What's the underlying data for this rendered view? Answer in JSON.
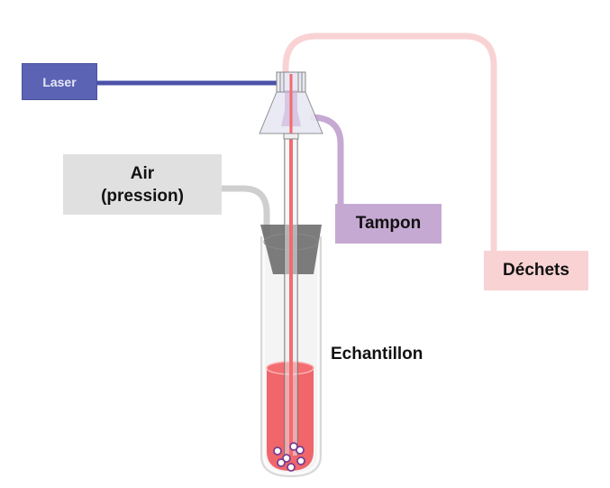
{
  "diagram": {
    "labels": {
      "laser": "Laser",
      "air_line1": "Air",
      "air_line2": "(pression)",
      "tampon": "Tampon",
      "dechets": "Déchets",
      "echantillon": "Echantillon"
    },
    "colors": {
      "laser": "#5b63b5",
      "air": "#e0e0e0",
      "tampon": "#c6a9d3",
      "dechets": "#f9d3d4",
      "sample_liquid": "#f0575c",
      "laser_beam": "#f26b70",
      "stopper": "#6e6e6e",
      "flow_cell": "#e8e8f4"
    },
    "particle_count": 7
  }
}
